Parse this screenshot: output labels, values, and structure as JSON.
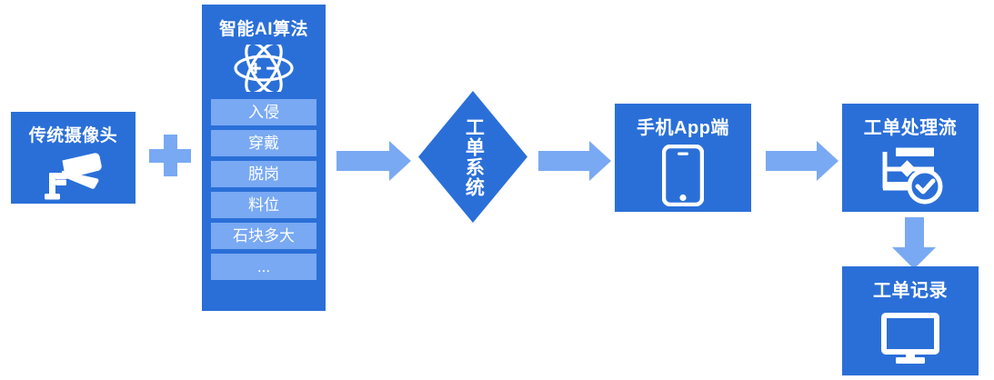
{
  "diagram": {
    "colors": {
      "primary_blue": "#2A6FD8",
      "light_blue": "#79A9F3",
      "background": "#FFFFFF",
      "text_on_blue": "#FFFFFF"
    },
    "camera_node": {
      "title": "传统摄像头",
      "icon": "cctv-camera-icon"
    },
    "plus": {
      "symbol": "+",
      "icon": "plus-icon"
    },
    "ai_panel": {
      "title": "智能AI算法",
      "icon": "atom-icon",
      "atom_symbols": [
        "+",
        "−"
      ],
      "items": [
        {
          "label": "入侵"
        },
        {
          "label": "穿戴"
        },
        {
          "label": "脱岗"
        },
        {
          "label": "料位"
        },
        {
          "label": "石块多大"
        },
        {
          "label": "..."
        }
      ]
    },
    "ticket_system_node": {
      "title": "工单系统",
      "shape": "diamond"
    },
    "app_node": {
      "title": "手机App端",
      "icon": "smartphone-icon"
    },
    "workflow_node": {
      "title": "工单处理流",
      "icon": "workflow-check-icon"
    },
    "record_node": {
      "title": "工单记录",
      "icon": "monitor-icon"
    },
    "arrows": [
      {
        "name": "arrow-camera-ai-to-ticket",
        "direction": "right"
      },
      {
        "name": "arrow-ticket-to-app",
        "direction": "right"
      },
      {
        "name": "arrow-app-to-workflow",
        "direction": "right"
      },
      {
        "name": "arrow-workflow-to-record",
        "direction": "down"
      }
    ]
  }
}
